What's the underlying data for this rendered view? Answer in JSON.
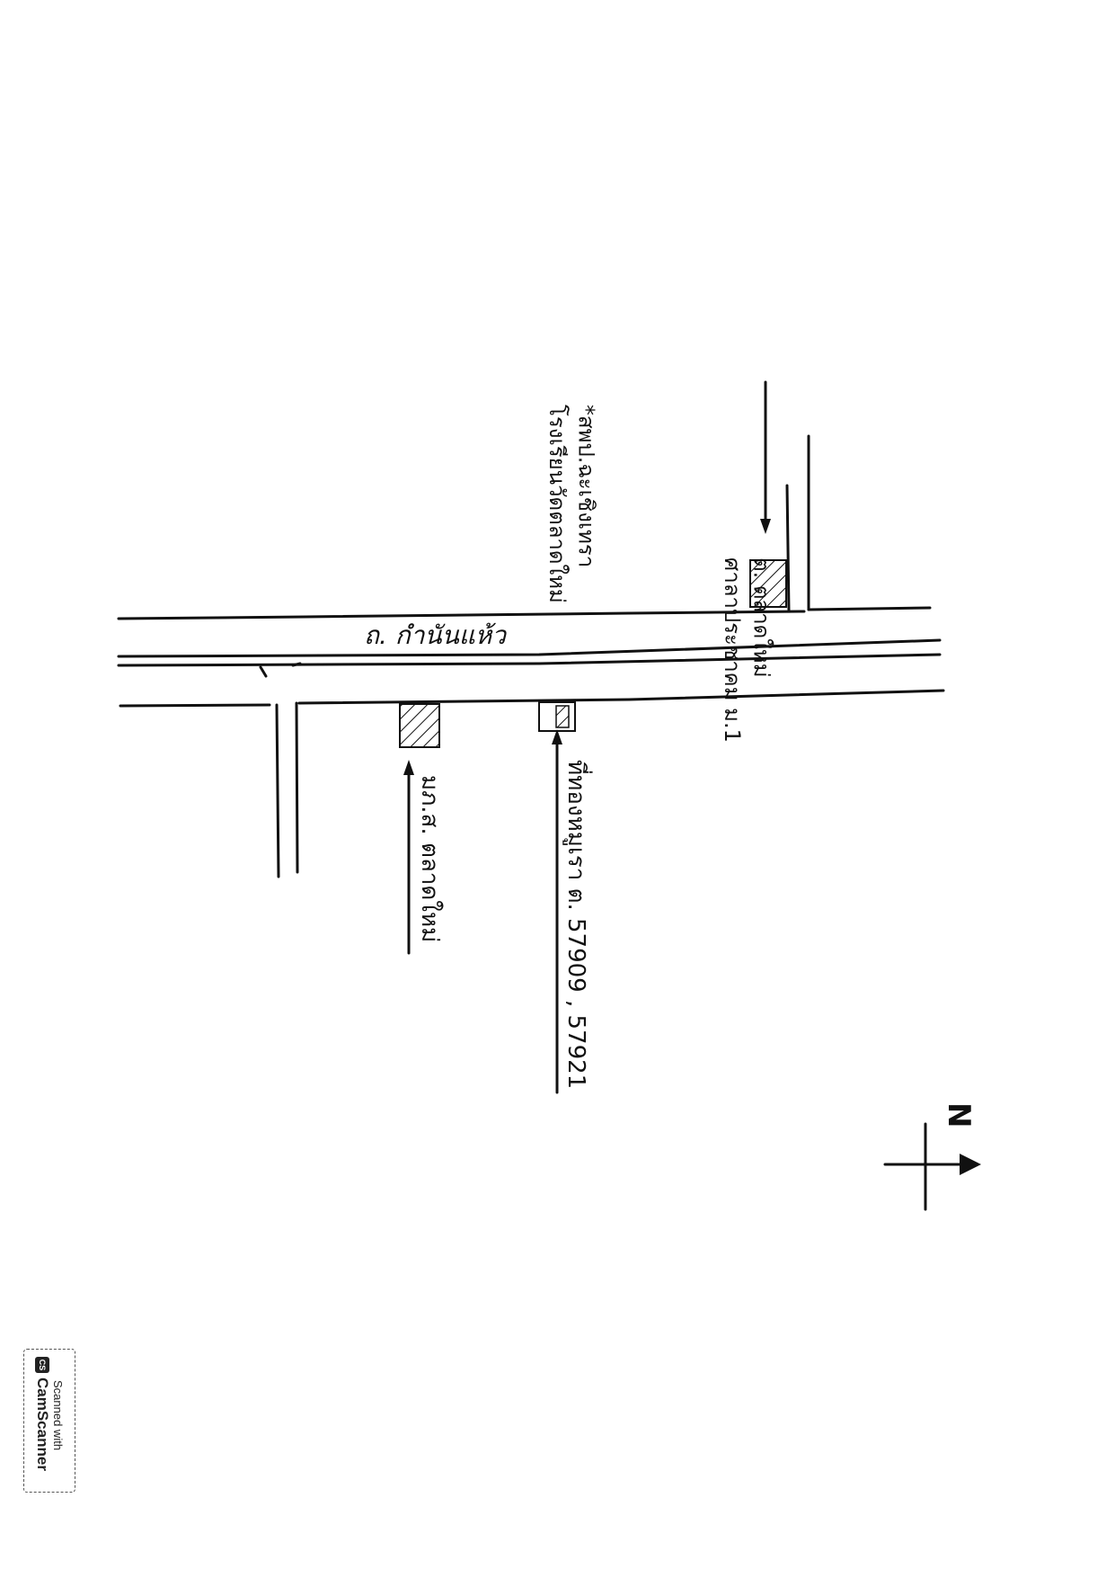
{
  "map": {
    "road_label": "ถ. กำนันแห้ว",
    "labels": {
      "wat_nuea": "ศาลาประชาคม ม.1\nต. ตลาดใหม่",
      "school": "โรงเรียนวัดตลาดใหม่\n*สพป.ฉะเชิงเทรา",
      "market": "มภ.ส. ตลาดใหม่",
      "house": "ที่ทองหมูเรา ต. 57909 , 57921"
    },
    "north_label": "N"
  },
  "stamp": {
    "line1": "Scanned with",
    "logo": "CS",
    "line2": "CamScanner"
  },
  "colors": {
    "ink": "#111111",
    "paper": "#ffffff"
  }
}
